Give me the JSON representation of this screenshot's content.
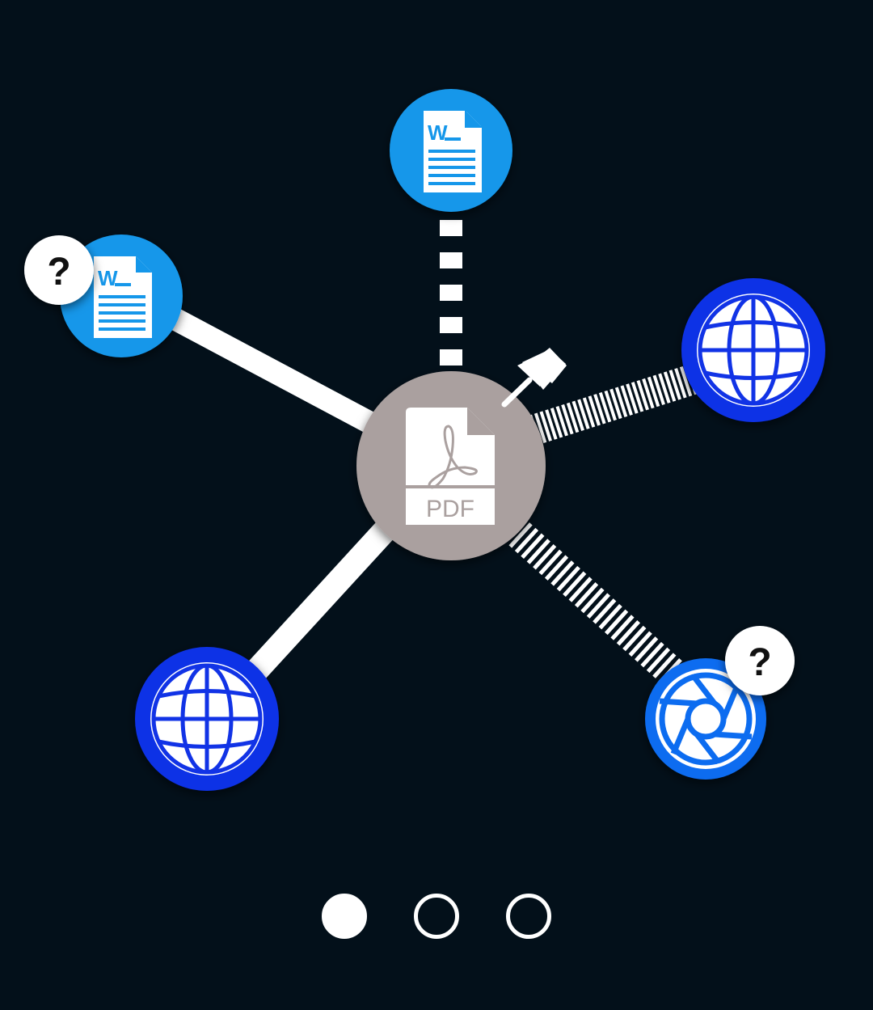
{
  "colors": {
    "background": "#03101a",
    "document_node": "#1597ea",
    "web_node_ring": "#1133e6",
    "web_node_fill": "#ffffff",
    "camera_node_ring": "#0c6cf0",
    "pdf_node": "#aaa09f",
    "link": "#ffffff"
  },
  "central_node": {
    "icon": "pdf-file-icon",
    "label": "PDF"
  },
  "nodes": [
    {
      "id": "word-top",
      "icon": "word-document-icon",
      "link": "dashed",
      "badge": null
    },
    {
      "id": "word-left",
      "icon": "word-document-icon",
      "link": "solid",
      "badge": "?"
    },
    {
      "id": "web-right",
      "icon": "globe-icon",
      "link": "striped",
      "badge": null
    },
    {
      "id": "web-bottom-left",
      "icon": "globe-icon",
      "link": "solid",
      "badge": null
    },
    {
      "id": "camera-bottom-right",
      "icon": "camera-aperture-icon",
      "link": "striped",
      "badge": "?"
    }
  ],
  "word_icon_letter": "W",
  "pager": {
    "pages": 3,
    "active_index": 0
  }
}
